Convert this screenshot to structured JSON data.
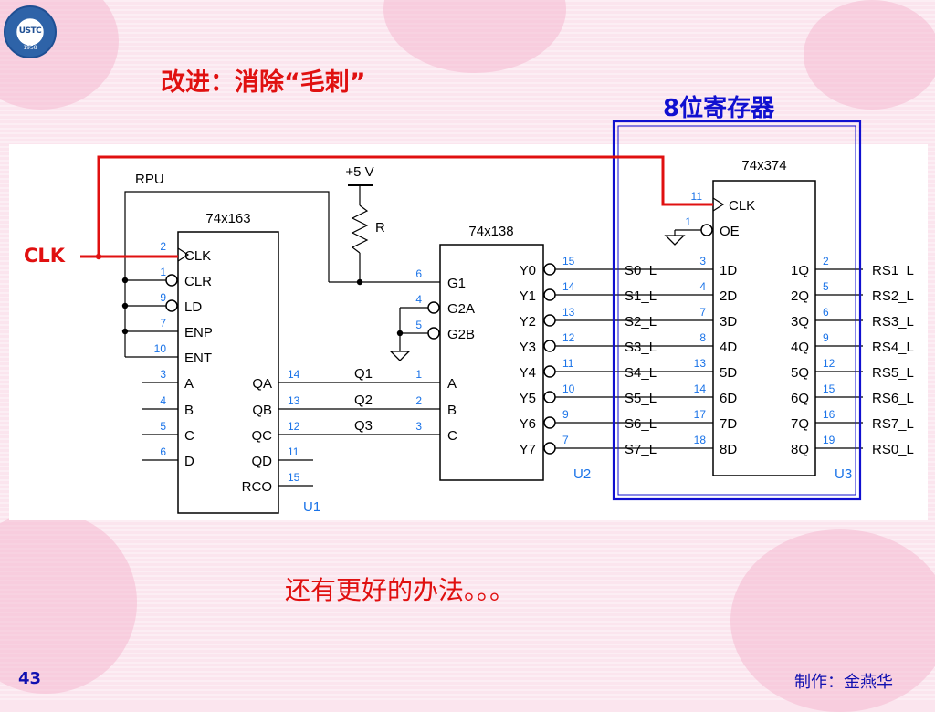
{
  "slide": {
    "title": "改进：消除“毛刺”",
    "subtitle": "8位寄存器",
    "bottom_note": "还有更好的办法。。。",
    "page_number": "43",
    "author": "制作：金燕华",
    "logo": {
      "abbr": "USTC",
      "year": "1958"
    }
  },
  "colors": {
    "title": "#e01010",
    "subtitle": "#1010d0",
    "wire": "#000000",
    "clk_wire": "#e01010",
    "pin_number": "#1a73e8",
    "highlight_box": "#1010d0"
  },
  "schematic": {
    "clk_label": "CLK",
    "rpu_label": "RPU",
    "vcc_label": "+5 V",
    "resistor_label": "R",
    "u1": {
      "part": "74x163",
      "ref": "U1",
      "left_pins": [
        {
          "num": "2",
          "name": "CLK"
        },
        {
          "num": "1",
          "name": "CLR"
        },
        {
          "num": "9",
          "name": "LD"
        },
        {
          "num": "7",
          "name": "ENP"
        },
        {
          "num": "10",
          "name": "ENT"
        },
        {
          "num": "3",
          "name": "A"
        },
        {
          "num": "4",
          "name": "B"
        },
        {
          "num": "5",
          "name": "C"
        },
        {
          "num": "6",
          "name": "D"
        }
      ],
      "right_pins": [
        {
          "num": "14",
          "name": "QA",
          "net": "Q1"
        },
        {
          "num": "13",
          "name": "QB",
          "net": "Q2"
        },
        {
          "num": "12",
          "name": "QC",
          "net": "Q3"
        },
        {
          "num": "11",
          "name": "QD",
          "net": ""
        },
        {
          "num": "15",
          "name": "RCO",
          "net": ""
        }
      ]
    },
    "u2": {
      "part": "74x138",
      "ref": "U2",
      "left_pins": [
        {
          "num": "6",
          "name": "G1"
        },
        {
          "num": "4",
          "name": "G2A"
        },
        {
          "num": "5",
          "name": "G2B"
        },
        {
          "num": "1",
          "name": "A"
        },
        {
          "num": "2",
          "name": "B"
        },
        {
          "num": "3",
          "name": "C"
        }
      ],
      "right_pins": [
        {
          "num": "15",
          "name": "Y0",
          "net": "S0_L"
        },
        {
          "num": "14",
          "name": "Y1",
          "net": "S1_L"
        },
        {
          "num": "13",
          "name": "Y2",
          "net": "S2_L"
        },
        {
          "num": "12",
          "name": "Y3",
          "net": "S3_L"
        },
        {
          "num": "11",
          "name": "Y4",
          "net": "S4_L"
        },
        {
          "num": "10",
          "name": "Y5",
          "net": "S5_L"
        },
        {
          "num": "9",
          "name": "Y6",
          "net": "S6_L"
        },
        {
          "num": "7",
          "name": "Y7",
          "net": "S7_L"
        }
      ]
    },
    "u3": {
      "part": "74x374",
      "ref": "U3",
      "top_pins": [
        {
          "num": "11",
          "name": "CLK"
        },
        {
          "num": "1",
          "name": "OE"
        }
      ],
      "left_pins": [
        {
          "num": "3",
          "name": "1D"
        },
        {
          "num": "4",
          "name": "2D"
        },
        {
          "num": "7",
          "name": "3D"
        },
        {
          "num": "8",
          "name": "4D"
        },
        {
          "num": "13",
          "name": "5D"
        },
        {
          "num": "14",
          "name": "6D"
        },
        {
          "num": "17",
          "name": "7D"
        },
        {
          "num": "18",
          "name": "8D"
        }
      ],
      "right_pins": [
        {
          "num": "2",
          "name": "1Q",
          "net": "RS1_L"
        },
        {
          "num": "5",
          "name": "2Q",
          "net": "RS2_L"
        },
        {
          "num": "6",
          "name": "3Q",
          "net": "RS3_L"
        },
        {
          "num": "9",
          "name": "4Q",
          "net": "RS4_L"
        },
        {
          "num": "12",
          "name": "5Q",
          "net": "RS5_L"
        },
        {
          "num": "15",
          "name": "6Q",
          "net": "RS6_L"
        },
        {
          "num": "16",
          "name": "7Q",
          "net": "RS7_L"
        },
        {
          "num": "19",
          "name": "8Q",
          "net": "RS0_L"
        }
      ]
    }
  }
}
